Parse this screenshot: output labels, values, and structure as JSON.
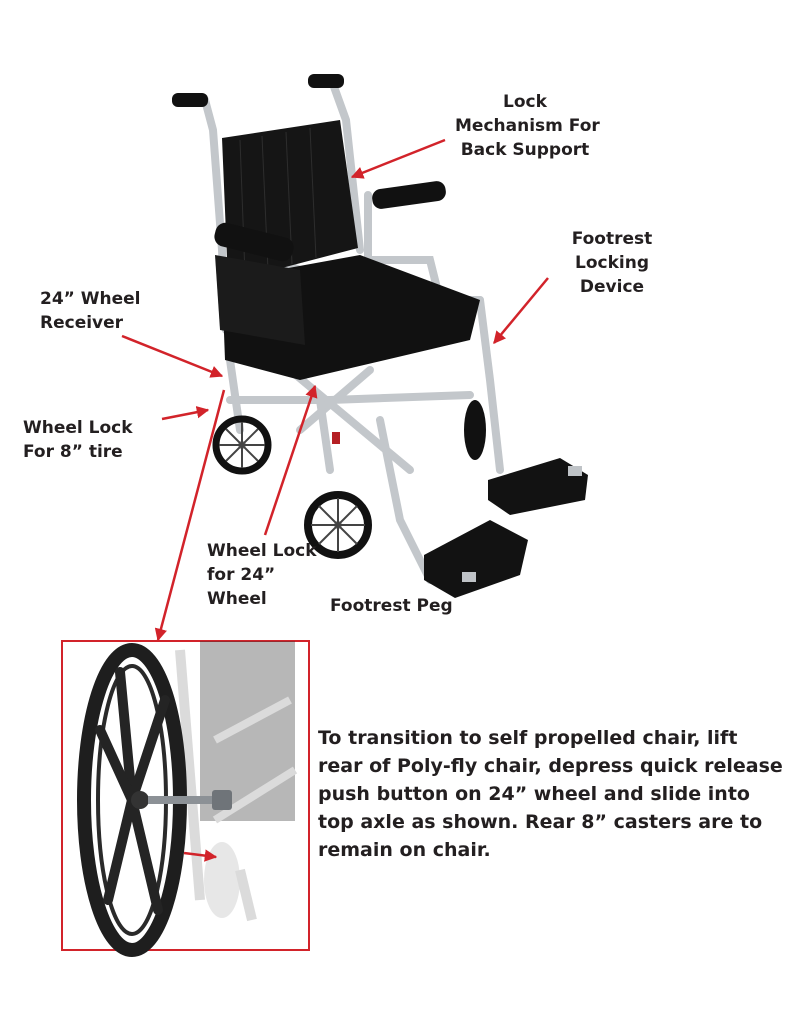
{
  "labels": {
    "lock_mechanism": [
      "Lock",
      "Mechanism For",
      "Back Support"
    ],
    "footrest_locking": [
      "Footrest",
      "Locking",
      "Device"
    ],
    "wheel_receiver": [
      "24” Wheel",
      "Receiver"
    ],
    "wheel_lock_8": [
      "Wheel Lock",
      "For 8” tire"
    ],
    "wheel_lock_24": [
      "Wheel Lock",
      "for 24”",
      "Wheel"
    ],
    "footrest_peg": "Footrest Peg"
  },
  "caption": [
    "To transition to self propelled chair, lift",
    "rear of Poly-fly chair, depress quick release",
    "push button on 24” wheel and slide into",
    "top axle as shown. Rear 8” casters are to",
    "remain on chair."
  ],
  "colors": {
    "arrow": "#d2232a",
    "frame": "#c8cbcf",
    "upholstery": "#141414",
    "text": "#231f20"
  }
}
